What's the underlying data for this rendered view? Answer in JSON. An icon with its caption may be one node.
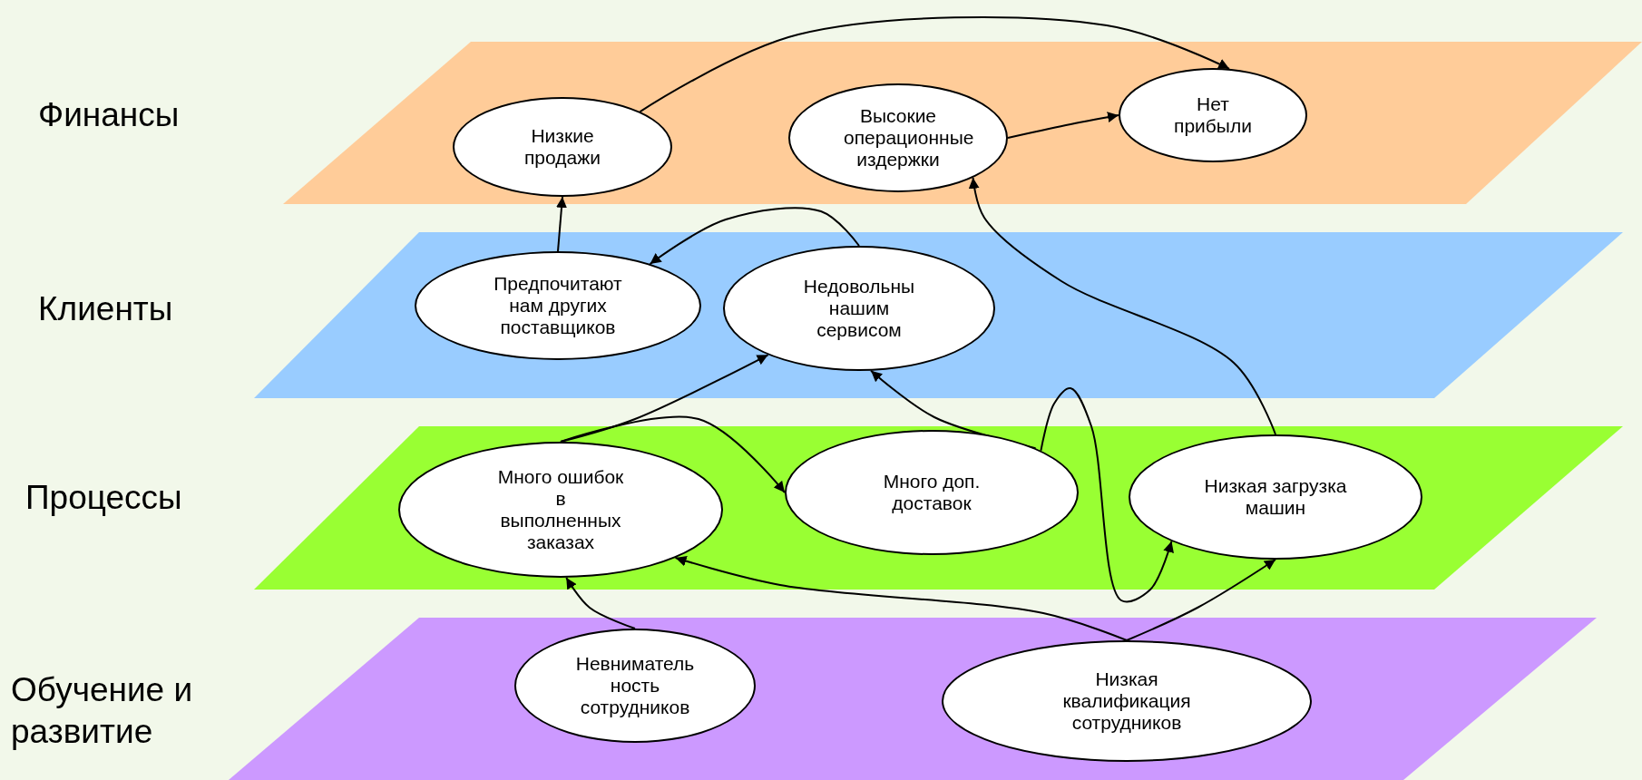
{
  "diagram": {
    "nodes": [
      {
        "text": [
          "Финансы"
        ]
      },
      {
        "text": [
          "Низкие продажи"
        ],
        "in": 0
      },
      {
        "text": [
          "Высокие операционные издержки"
        ],
        "in": 0
      },
      {
        "text": [
          "Нет прибыли"
        ],
        "in": 0
      },
      {
        "text": [
          "Клиенты"
        ]
      },
      {
        "text": [
          "Предпочитают нам других поставщиков"
        ],
        "in": 4
      },
      {
        "text": [
          "Недовольны нашим сервисом"
        ],
        "in": 4
      },
      {
        "text": [
          "Процессы"
        ]
      },
      {
        "text": [
          "Много ошибок в выполненных заказах"
        ],
        "in": 7
      },
      {
        "text": [
          "Много доп. доставок"
        ],
        "in": 7
      },
      {
        "text": [
          "Низкая загрузка машин"
        ],
        "in": 7
      },
      {
        "text": [
          "Обучение и развитие"
        ]
      },
      {
        "text": [
          "Невниматель ность сотрудников"
        ],
        "in": 11
      },
      {
        "text": [
          "Низкая квалификация сотрудников"
        ],
        "in": 11
      }
    ],
    "edges": [
      {
        "from": 1,
        "to": 3,
        "arrow": "to"
      },
      {
        "from": 2,
        "to": 3,
        "arrow": "to"
      },
      {
        "from": 5,
        "to": 1,
        "arrow": "to"
      },
      {
        "from": 6,
        "to": 5,
        "arrow": "to"
      },
      {
        "from": 8,
        "to": 6,
        "arrow": "to"
      },
      {
        "from": 8,
        "to": 9,
        "arrow": "to"
      },
      {
        "from": 9,
        "to": 6,
        "arrow": "to"
      },
      {
        "from": 9,
        "to": 10,
        "arrow": "to"
      },
      {
        "from": 10,
        "to": 2,
        "arrow": "to"
      },
      {
        "from": 12,
        "to": 8,
        "arrow": "to"
      },
      {
        "from": 13,
        "to": 8,
        "arrow": "to"
      },
      {
        "from": 13,
        "to": 10,
        "arrow": "to"
      }
    ]
  }
}
